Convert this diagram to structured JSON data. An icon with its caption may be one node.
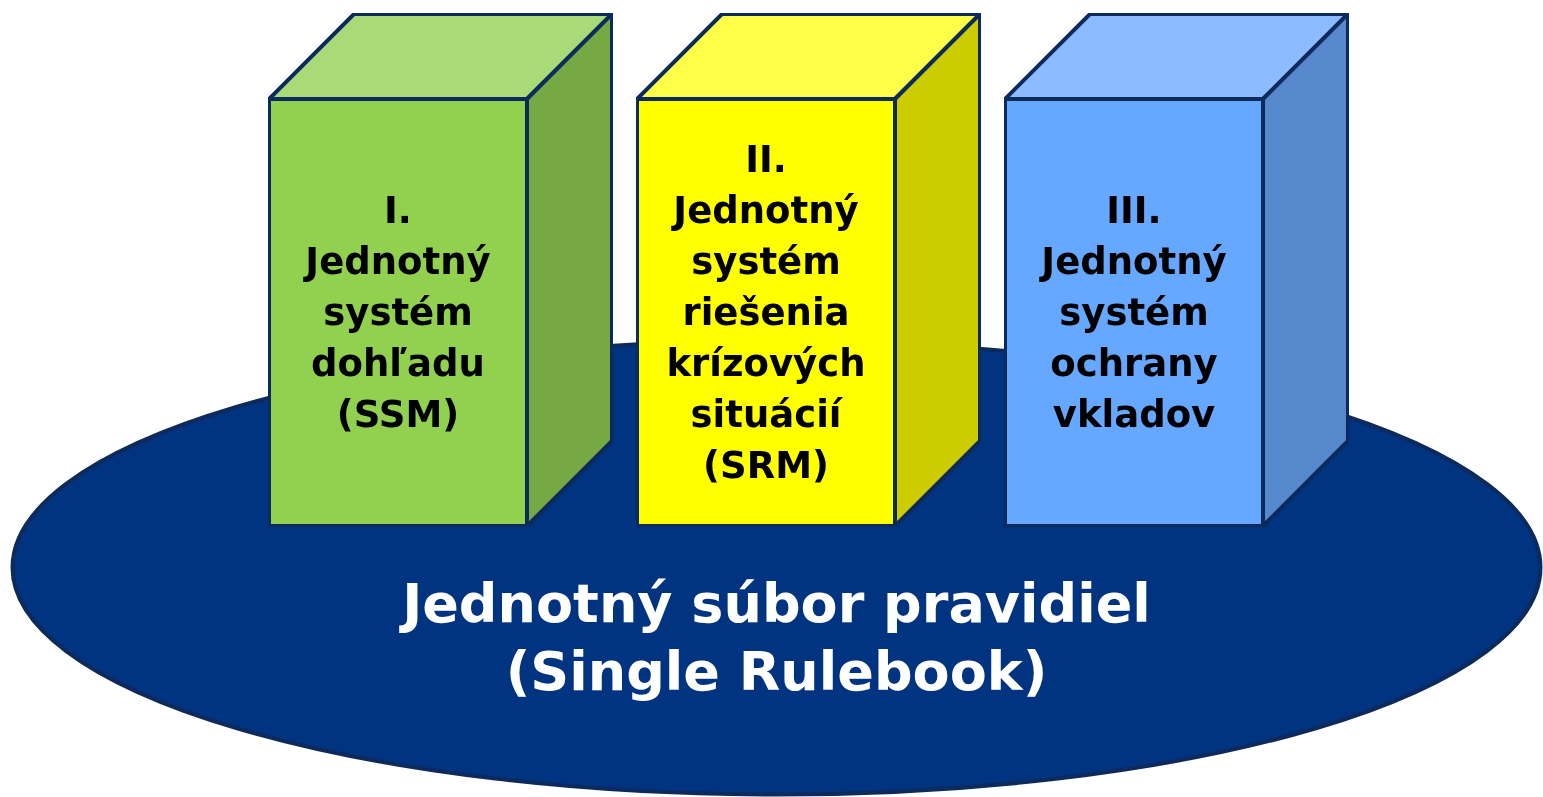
{
  "diagram": {
    "nodes": [
      {
        "text": [
          "I.",
          "Jednotný systém dohľadu (SSM)"
        ]
      },
      {
        "text": [
          "II.",
          "Jednotný systém riešenia krízových situácií (SRM)"
        ]
      },
      {
        "text": [
          "III.",
          "Jednotný systém ochrany vkladov"
        ]
      },
      {
        "text": [
          "Jednotný súbor pravidiel (Single Rulebook)"
        ]
      }
    ],
    "edges": []
  }
}
